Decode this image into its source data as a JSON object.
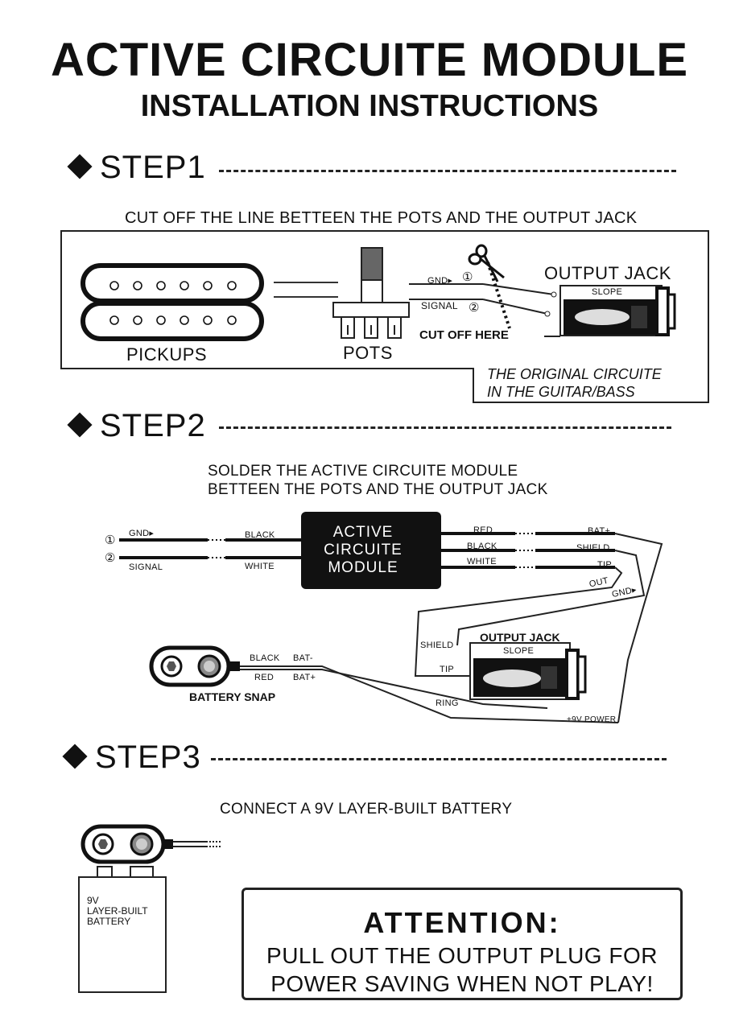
{
  "title": "ACTIVE CIRCUITE MODULE",
  "subtitle": "INSTALLATION INSTRUCTIONS",
  "step1": {
    "heading": "STEP1",
    "caption": "CUT OFF THE LINE BETTEEN THE POTS AND THE OUTPUT JACK",
    "pickups_label": "PICKUPS",
    "pots_label": "POTS",
    "gnd_label": "GND",
    "signal_label": "SIGNAL",
    "num1": "①",
    "num2": "②",
    "cut_label": "CUT OFF HERE",
    "output_jack_label": "OUTPUT JACK",
    "slope_label": "SLOPE",
    "note_line1": "THE ORIGINAL CIRCUITE",
    "note_line2": "IN THE GUITAR/BASS"
  },
  "step2": {
    "heading": "STEP2",
    "caption_line1": "SOLDER THE ACTIVE CIRCUITE MODULE",
    "caption_line2": "BETTEEN THE POTS AND THE OUTPUT JACK",
    "num1": "①",
    "num2": "②",
    "gnd_label": "GND",
    "signal_label": "SIGNAL",
    "black_in": "BLACK",
    "white_in": "WHITE",
    "module_line1": "ACTIVE",
    "module_line2": "CIRCUITE",
    "module_line3": "MODULE",
    "red_out": "RED",
    "black_out": "BLACK",
    "white_out": "WHITE",
    "bat_plus": "BAT+",
    "shield": "SHIELD",
    "tip": "TIP",
    "out": "OUT",
    "gnd_right": "GND",
    "jack_label": "OUTPUT JACK",
    "slope_label": "SLOPE",
    "jack_shield": "SHIELD",
    "jack_tip": "TIP",
    "ring": "RING",
    "power": "+9V POWER",
    "snap_black": "BLACK",
    "snap_red": "RED",
    "snap_bat_minus": "BAT-",
    "snap_bat_plus": "BAT+",
    "snap_label": "BATTERY SNAP"
  },
  "step3": {
    "heading": "STEP3",
    "caption": "CONNECT A 9V LAYER-BUILT BATTERY",
    "battery_line1": "9V",
    "battery_line2": "LAYER-BUILT",
    "battery_line3": "BATTERY",
    "attention_title": "ATTENTION:",
    "attention_line1": "PULL OUT THE OUTPUT PLUG FOR",
    "attention_line2": "POWER SAVING WHEN NOT PLAY!"
  }
}
